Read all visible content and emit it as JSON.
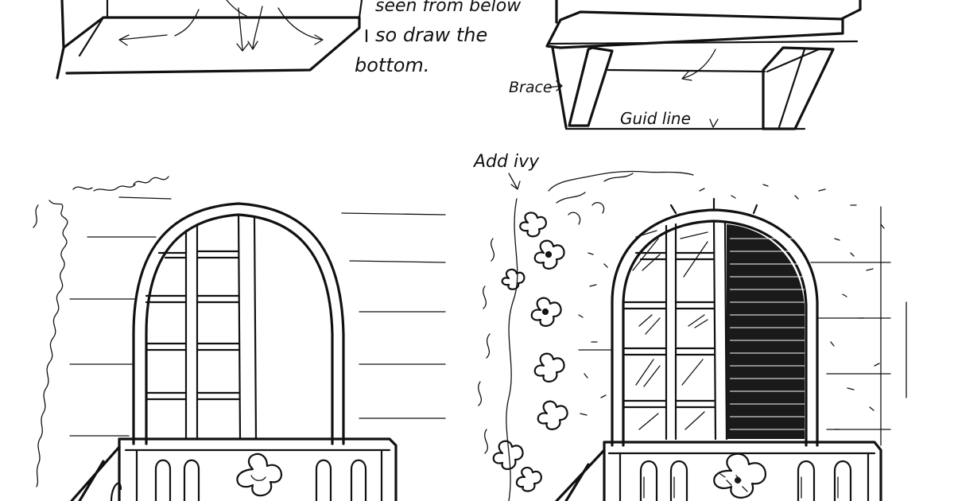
{
  "annotations": {
    "seen_from_below": "seen from below",
    "so_draw_the": "so draw the",
    "bottom": "bottom.",
    "brace": "Brace",
    "guide_line": "Guid line",
    "add_ivy": "Add ivy"
  },
  "colors": {
    "ink": "#111111",
    "paper": "#ffffff"
  }
}
